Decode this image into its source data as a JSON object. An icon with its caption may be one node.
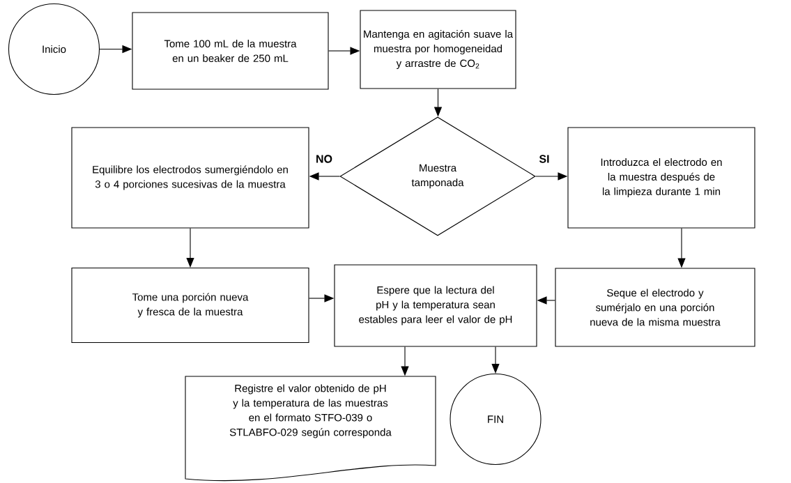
{
  "diagram": {
    "nodes": [
      {
        "text": [
          "Inicio"
        ]
      },
      {
        "text": [
          "Tome 100 mL de la muestra en un beaker de 250 mL"
        ]
      },
      {
        "text": [
          "Mantenga en agitación suave la muestra por homogeneidad y arrastre de CO$_{2}$"
        ]
      },
      {
        "text": [
          "Muestra tamponada"
        ]
      },
      {
        "text": [
          "Equilibre los electrodos sumergiéndolo en 3 o 4 porciones sucesivas de la muestra"
        ]
      },
      {
        "text": [
          "Introduzca el electrodo en la muestra después de la limpieza durante 1 min"
        ]
      },
      {
        "text": [
          "Tome una porción nueva y fresca de la muestra"
        ]
      },
      {
        "text": [
          "Espere que la lectura del pH y la temperatura sean estables para leer el valor de pH"
        ]
      },
      {
        "text": [
          "Seque el electrodo y sumérjalo en una porción nueva de la misma muestra"
        ]
      },
      {
        "text": [
          "Registre el valor obtenido de pH y la temperatura de las muestras en el formato STFO-039 o STLABFO-029 según corresponda"
        ]
      },
      {
        "text": [
          "FIN"
        ]
      }
    ],
    "edges": [
      {
        "from": 0,
        "to": 1,
        "arrow": "to"
      },
      {
        "from": 1,
        "to": 2,
        "arrow": "to"
      },
      {
        "from": 2,
        "to": 3,
        "arrow": "to"
      },
      {
        "from": 3,
        "to": 4,
        "arrow": "to",
        "label": "NO"
      },
      {
        "from": 3,
        "to": 5,
        "arrow": "to",
        "label": "SI"
      },
      {
        "from": 4,
        "to": 6,
        "arrow": "to"
      },
      {
        "from": 5,
        "to": 8,
        "arrow": "to"
      },
      {
        "from": 6,
        "to": 7,
        "arrow": "to"
      },
      {
        "from": 8,
        "to": 7,
        "arrow": "to"
      },
      {
        "from": 7,
        "to": 9,
        "arrow": "to"
      },
      {
        "from": 7,
        "to": 10,
        "arrow": "to"
      }
    ]
  }
}
